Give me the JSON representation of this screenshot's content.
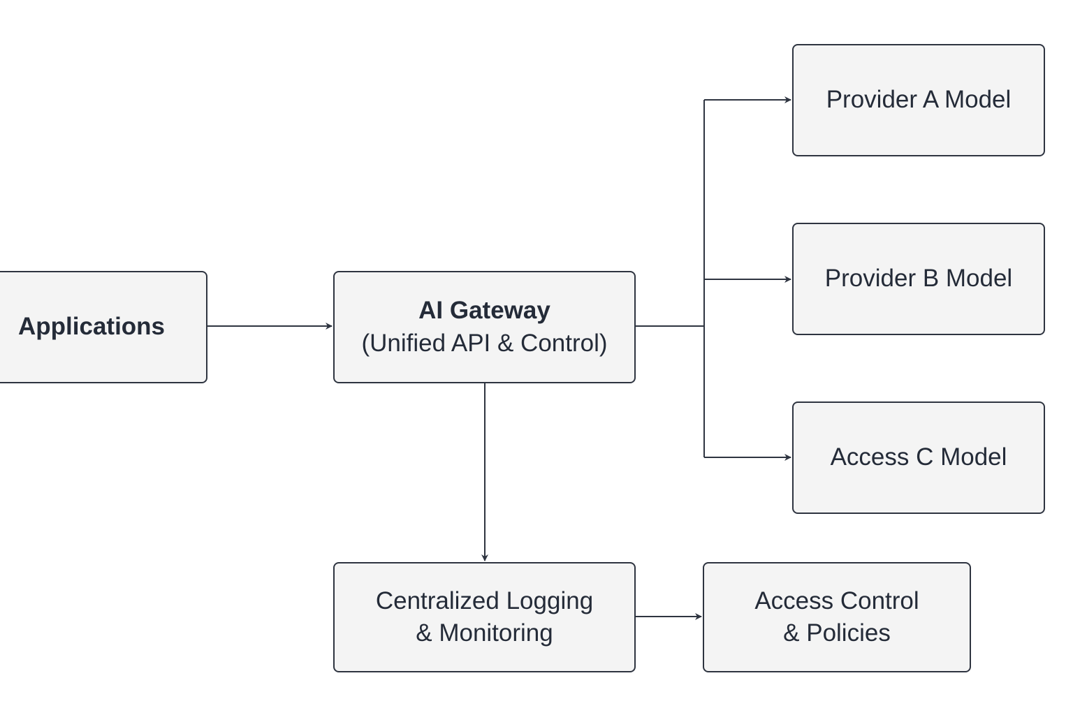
{
  "nodes": {
    "applications": {
      "label": "Applications"
    },
    "gateway": {
      "title": "AI Gateway",
      "subtitle": "(Unified API & Control)"
    },
    "provider_a": {
      "label": "Provider A Model"
    },
    "provider_b": {
      "label": "Provider B Model"
    },
    "access_c": {
      "label": "Access C Model"
    },
    "logging": {
      "line1": "Centralized Logging",
      "line2": "& Monitoring"
    },
    "access_control": {
      "line1": "Access Control",
      "line2": "& Policies"
    }
  },
  "edges": [
    {
      "from": "applications",
      "to": "gateway"
    },
    {
      "from": "gateway",
      "to": "provider_a"
    },
    {
      "from": "gateway",
      "to": "provider_b"
    },
    {
      "from": "gateway",
      "to": "access_c"
    },
    {
      "from": "gateway",
      "to": "logging"
    },
    {
      "from": "logging",
      "to": "access_control"
    }
  ],
  "colors": {
    "stroke": "#2e3440",
    "node_fill": "#f4f4f4",
    "text": "#242b38",
    "background": "#ffffff"
  }
}
